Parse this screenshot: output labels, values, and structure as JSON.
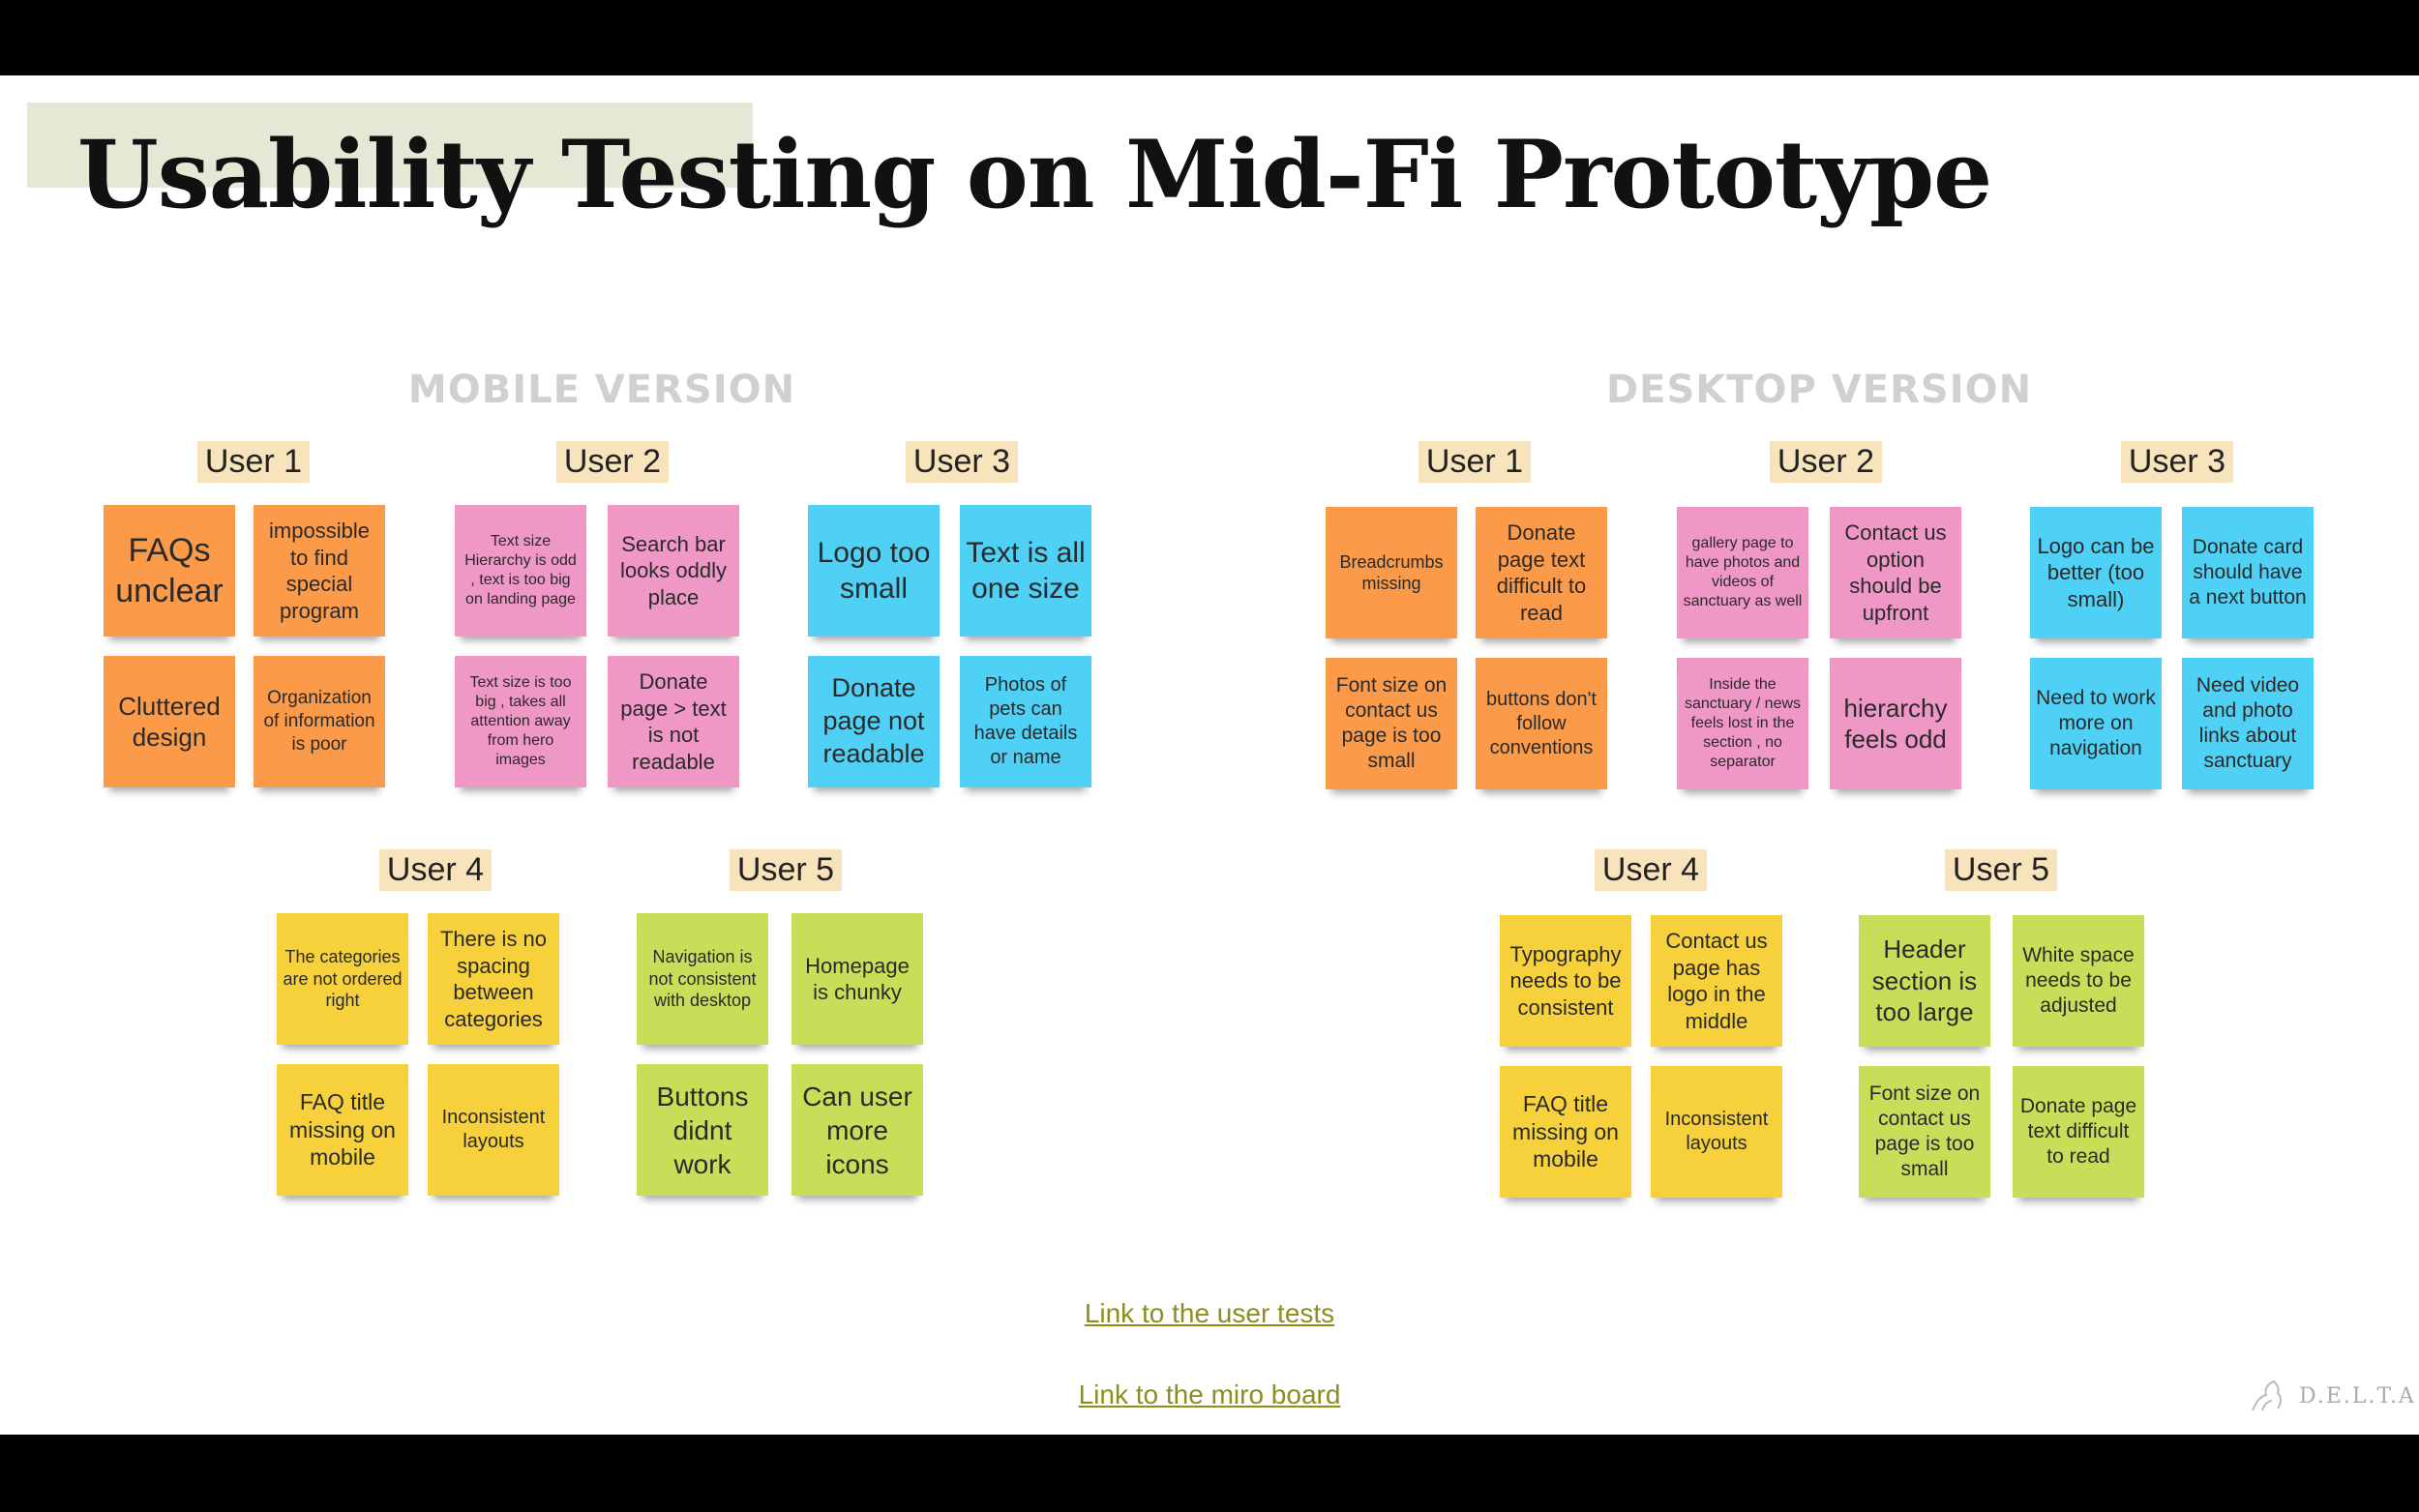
{
  "title": "Usability Testing on Mid-Fi Prototype",
  "sections": {
    "mobile": "MOBILE VERSION",
    "desktop": "DESKTOP VERSION"
  },
  "mobile": {
    "user1": {
      "label": "User 1",
      "notes": [
        "FAQs unclear",
        "impossible to find special program",
        "Cluttered design",
        "Organization of information is poor"
      ]
    },
    "user2": {
      "label": "User 2",
      "notes": [
        "Text size Hierarchy is odd , text is too big on landing page",
        "Search bar looks oddly place",
        "Text size is too big , takes all attention away from hero images",
        "Donate page > text is not readable"
      ]
    },
    "user3": {
      "label": "User 3",
      "notes": [
        "Logo too small",
        "Text is all one size",
        "Donate page not readable",
        "Photos of pets can have details or name"
      ]
    },
    "user4": {
      "label": "User 4",
      "notes": [
        "The categories are not ordered right",
        "There is no spacing between categories",
        "FAQ title missing on mobile",
        "Inconsistent layouts"
      ]
    },
    "user5": {
      "label": "User 5",
      "notes": [
        "Navigation is not consistent with desktop",
        "Homepage is chunky",
        "Buttons didnt work",
        "Can user more icons"
      ]
    }
  },
  "desktop": {
    "user1": {
      "label": "User 1",
      "notes": [
        "Breadcrumbs missing",
        "Donate page text difficult to read",
        "Font size on contact us page is too small",
        "buttons don't follow conventions"
      ]
    },
    "user2": {
      "label": "User 2",
      "notes": [
        "gallery page to have photos and videos of sanctuary as well",
        "Contact us option should be upfront",
        "Inside the sanctuary / news feels lost in the section , no separator",
        "hierarchy feels odd"
      ]
    },
    "user3": {
      "label": "User 3",
      "notes": [
        "Logo can be better (too small)",
        "Donate card should have a next button",
        "Need to work more on navigation",
        "Need video and photo links about sanctuary"
      ]
    },
    "user4": {
      "label": "User 4",
      "notes": [
        "Typography needs to be consistent",
        "Contact us page has logo in the middle",
        "FAQ title missing on mobile",
        "Inconsistent layouts"
      ]
    },
    "user5": {
      "label": "User 5",
      "notes": [
        "Header section is too large",
        "White space needs to be adjusted",
        "Font size on contact us page is too small",
        "Donate page text difficult to read"
      ]
    }
  },
  "links": {
    "user_tests": "Link to the user tests",
    "miro_board": "Link to the miro board"
  },
  "logo_text": "D.E.L.T.A",
  "colors": {
    "orange": "#fb9a49",
    "pink": "#ef97c5",
    "blue": "#4fd1f5",
    "yellow": "#f7d13b",
    "green": "#c7df58",
    "label_bg": "#f7e4bc",
    "link": "#8b8f1b",
    "title_highlight": "#e6e7d4"
  }
}
